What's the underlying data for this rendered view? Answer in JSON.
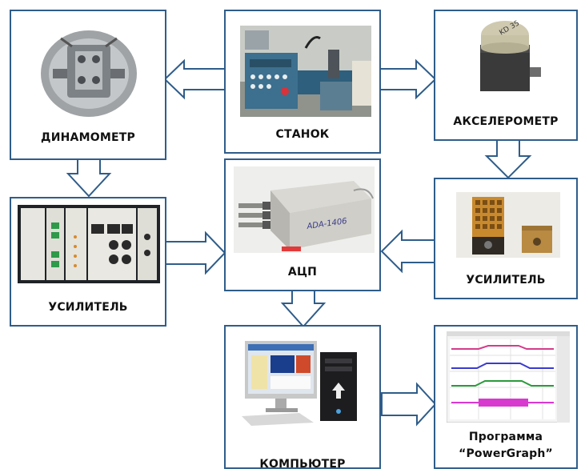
{
  "blocks": {
    "stanok": {
      "label": "СТАНОК",
      "image": "machine-tool-photo"
    },
    "dinamometr": {
      "label": "ДИНАМОМЕТР",
      "image": "dynamometer-photo"
    },
    "akselerometr": {
      "label": "АКСЕЛЕРОМЕТР",
      "image": "accelerometer-photo",
      "sensor_text": "KD 35"
    },
    "usilitel_left": {
      "label": "УСИЛИТЕЛЬ",
      "image": "amplifier-rack-photo"
    },
    "acp": {
      "label": "АЦП",
      "image": "adc-unit-photo",
      "device_text": "ADA-1406"
    },
    "usilitel_right": {
      "label": "УСИЛИТЕЛЬ",
      "image": "charge-amplifier-photo"
    },
    "komputer": {
      "label": "КОМПЬЮТЕР",
      "image": "computer-photo"
    },
    "programma": {
      "label_line1": "Программа",
      "label_line2": "“PowerGraph”",
      "image": "powergraph-screenshot"
    }
  },
  "colors": {
    "border": "#2f5d8a",
    "arrow_fill": "#ffffff",
    "arrow_stroke": "#2f5d8a"
  },
  "arrows": [
    {
      "from": "stanok",
      "to": "dinamometr",
      "direction": "left"
    },
    {
      "from": "stanok",
      "to": "akselerometr",
      "direction": "right"
    },
    {
      "from": "dinamometr",
      "to": "usilitel_left",
      "direction": "down"
    },
    {
      "from": "akselerometr",
      "to": "usilitel_right",
      "direction": "down"
    },
    {
      "from": "usilitel_left",
      "to": "acp",
      "direction": "right"
    },
    {
      "from": "usilitel_right",
      "to": "acp",
      "direction": "left"
    },
    {
      "from": "acp",
      "to": "komputer",
      "direction": "down"
    },
    {
      "from": "komputer",
      "to": "programma",
      "direction": "right"
    }
  ]
}
